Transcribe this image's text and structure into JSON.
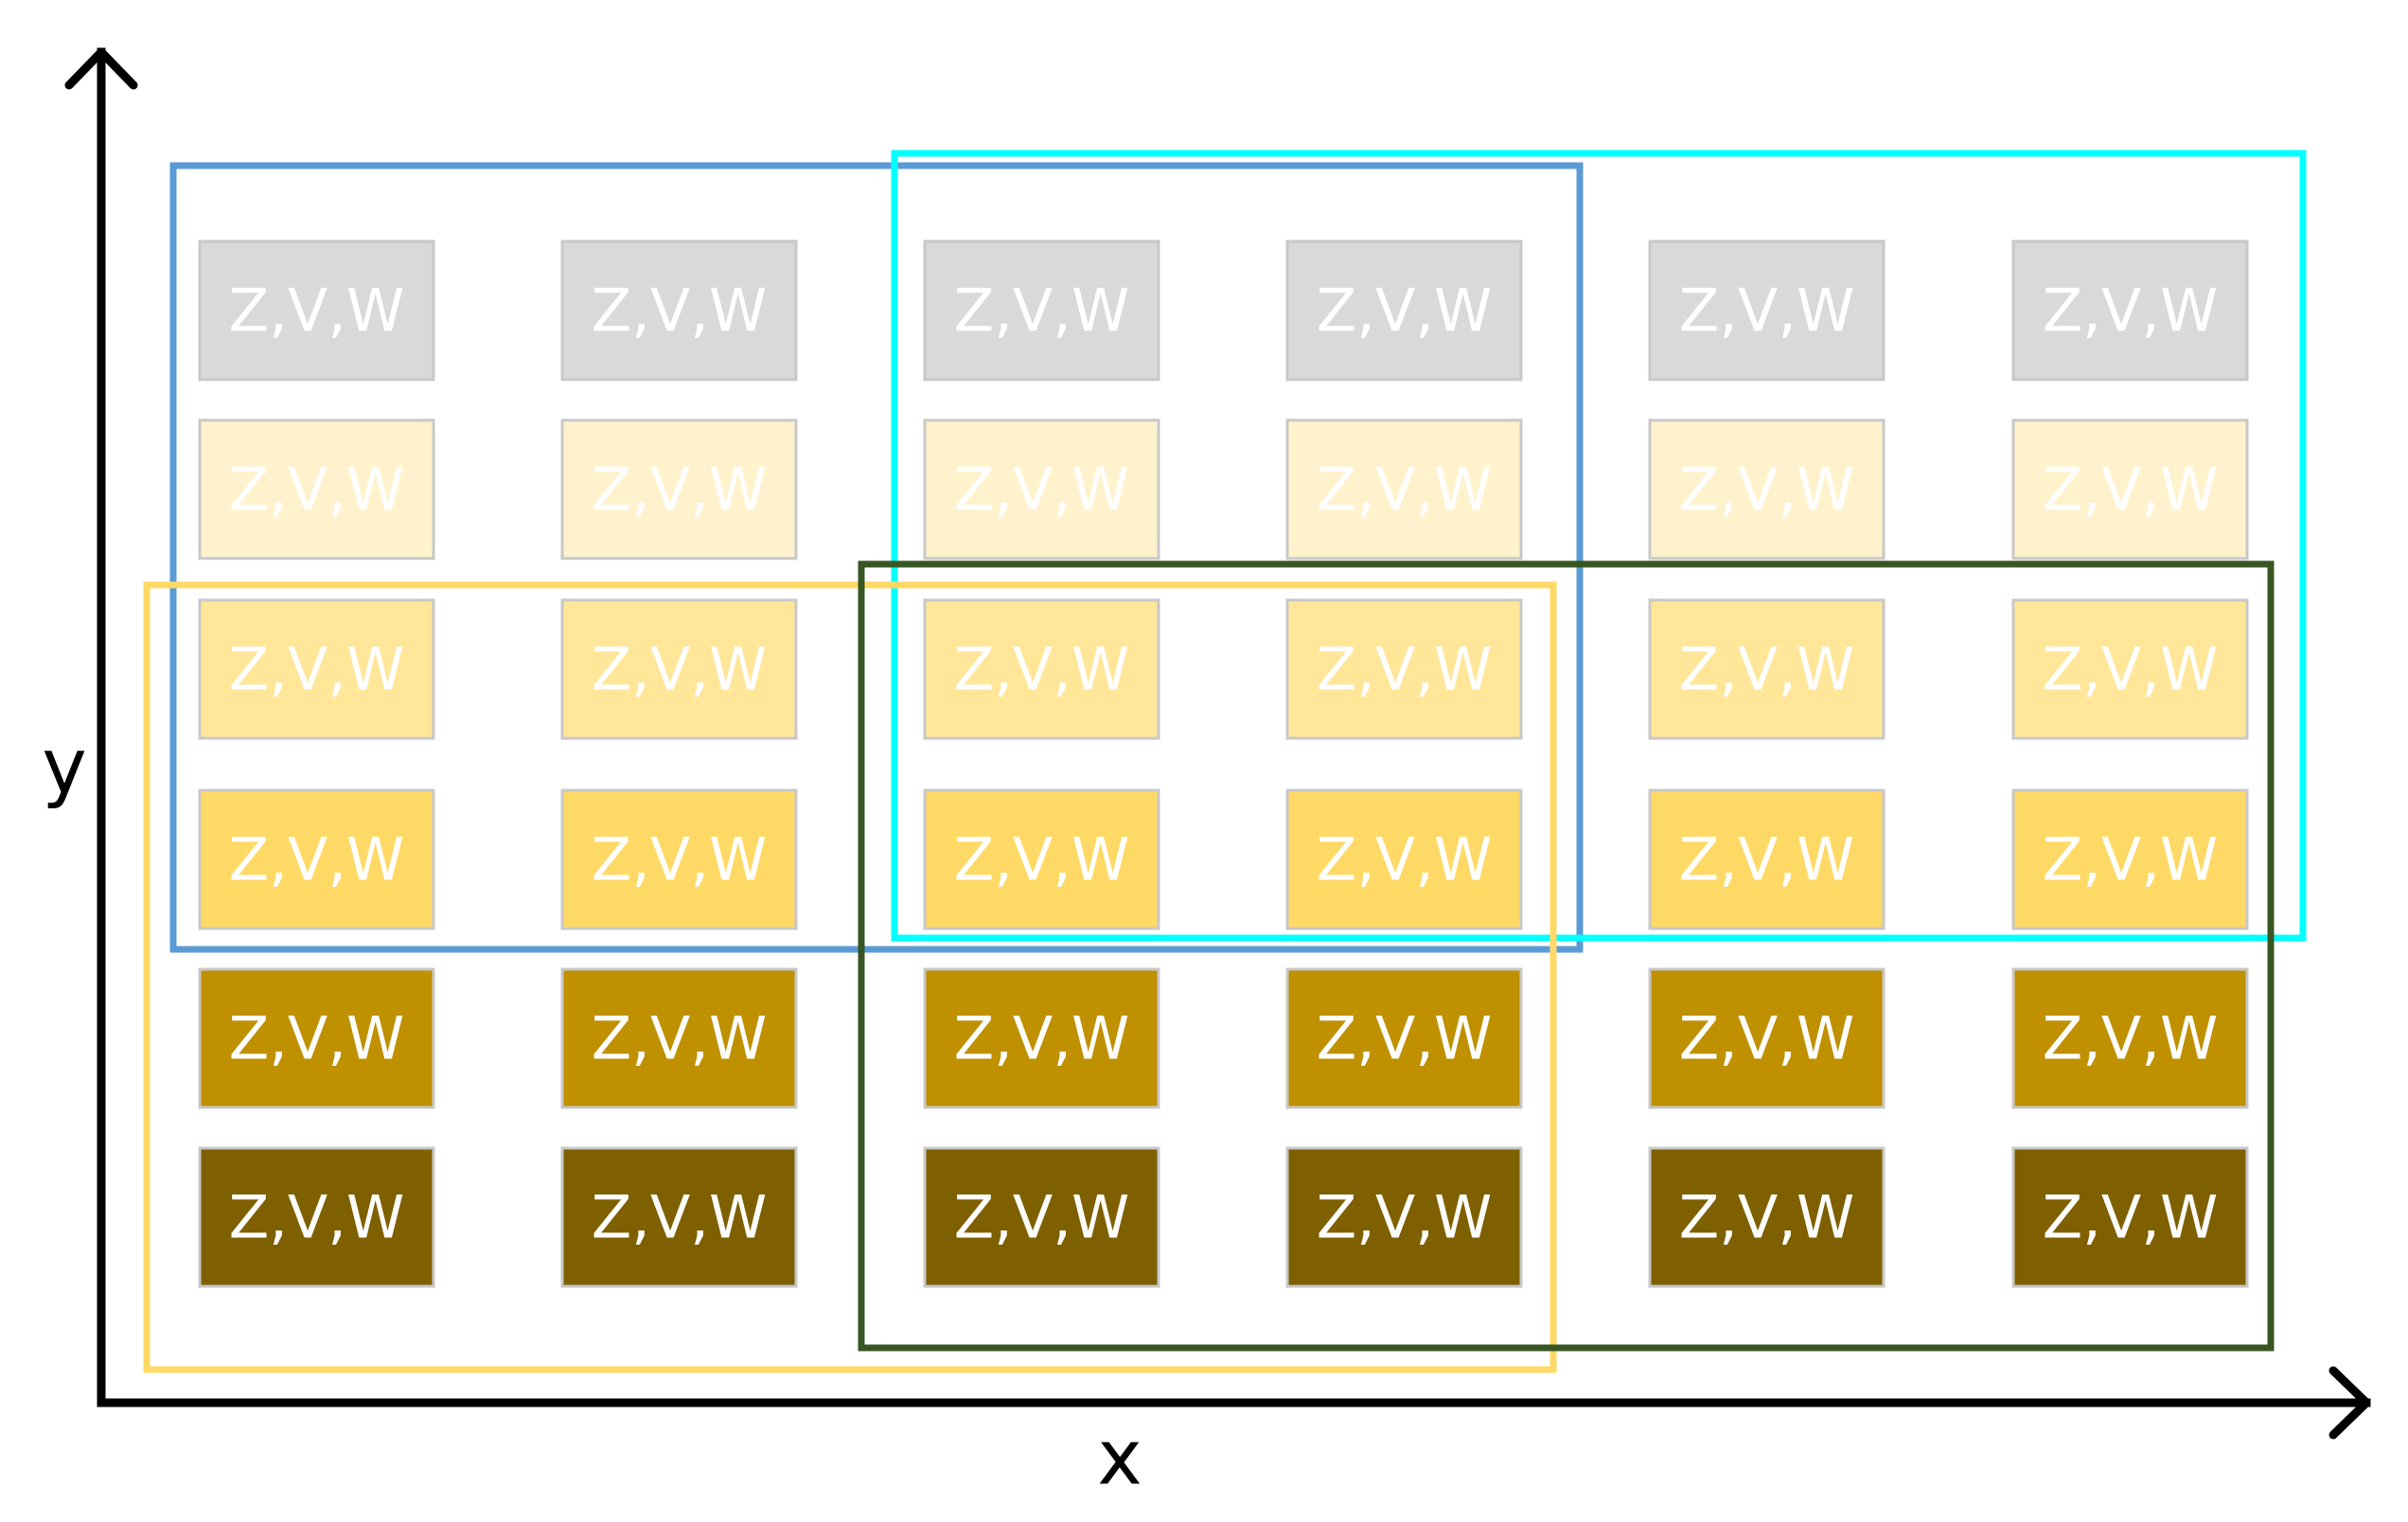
{
  "diagram": {
    "cell_label": "Z,V,W",
    "columns": 6,
    "row_colors": [
      "#d9d9d9",
      "#fff2cc",
      "#ffe699",
      "#ffd966",
      "#bf9000",
      "#7f6000"
    ],
    "axes": {
      "x_label": "x",
      "y_label": "y",
      "color": "#000000"
    },
    "windows": [
      {
        "name": "blue-window",
        "color": "#5b9bd5"
      },
      {
        "name": "cyan-window",
        "color": "#00ffff"
      },
      {
        "name": "yellow-window",
        "color": "#ffd966"
      },
      {
        "name": "green-window",
        "color": "#375623"
      }
    ]
  }
}
